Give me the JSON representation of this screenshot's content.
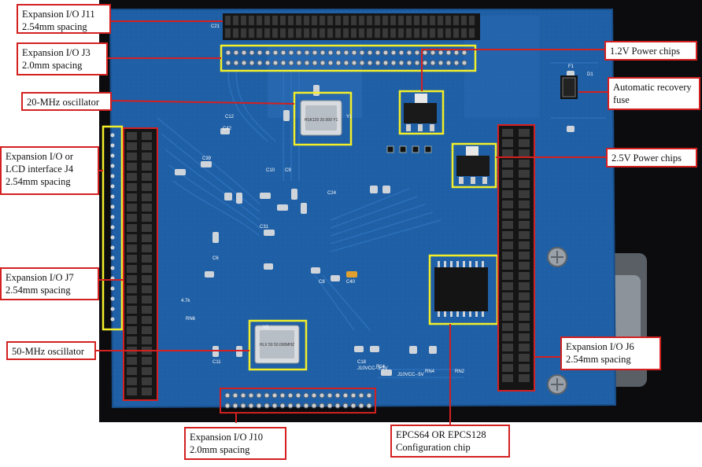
{
  "board": {
    "board_color": "#1f5fa5",
    "highlight_color": "#f2ee2a",
    "label_border_color": "#d42020",
    "leader_color": "#d42020",
    "header_color": "#151515"
  },
  "callouts": {
    "j11": {
      "line1": "Expansion I/O J11",
      "line2": "2.54mm spacing"
    },
    "j3": {
      "line1": "Expansion I/O J3",
      "line2": "2.0mm spacing"
    },
    "osc20": {
      "line1": "20-MHz oscillator"
    },
    "j4": {
      "line1": "Expansion I/O or",
      "line2": "LCD interface J4",
      "line3": "2.54mm spacing"
    },
    "j7": {
      "line1": "Expansion I/O J7",
      "line2": "2.54mm spacing"
    },
    "osc50": {
      "line1": "50-MHz  oscillator"
    },
    "j10": {
      "line1": "Expansion I/O J10",
      "line2": "2.0mm spacing"
    },
    "epcs": {
      "line1": "EPCS64 OR EPCS128",
      "line2": "Configuration chip"
    },
    "j6": {
      "line1": "Expansion I/O J6",
      "line2": "2.54mm spacing"
    },
    "p25": {
      "line1": "2.5V Power chips"
    },
    "fuse": {
      "line1": "Automatic recovery",
      "line2": "fuse"
    },
    "p12": {
      "line1": "1.2V Power chips"
    }
  },
  "chips": {
    "osc20_marking": "HSK120 20.000 Y1",
    "osc50_marking": "HLX 50 50.000MHZ",
    "y1_label": "Y1",
    "y2_label": "Y2"
  }
}
